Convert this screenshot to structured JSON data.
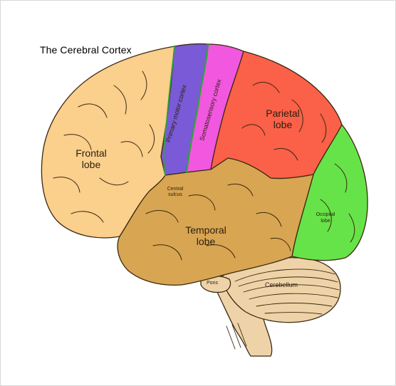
{
  "title": "The Cerebral Cortex",
  "regions": {
    "frontal": {
      "label_line1": "Frontal",
      "label_line2": "lobe",
      "color": "#FBCF8C"
    },
    "motor": {
      "label": "Primary motor cortex",
      "color": "#7A5AD6"
    },
    "somatosensory": {
      "label": "Somatosensory cortex",
      "color": "#F257E0"
    },
    "parietal": {
      "label_line1": "Parietal",
      "label_line2": "lobe",
      "color": "#FB6048"
    },
    "occipital": {
      "label_line1": "Occipital",
      "label_line2": "lobe",
      "color": "#66E348"
    },
    "temporal": {
      "label_line1": "Temporal",
      "label_line2": "lobe",
      "color": "#D8A552"
    },
    "central_sulcus": {
      "label_line1": "Central",
      "label_line2": "sulcus",
      "color": "#2FA33A"
    },
    "pons": {
      "label": "Pons",
      "color": "#EFD3A8"
    },
    "cerebellum": {
      "label": "Cerebellum",
      "color": "#EFD3A8"
    }
  },
  "outline_color": "#3A2A12"
}
